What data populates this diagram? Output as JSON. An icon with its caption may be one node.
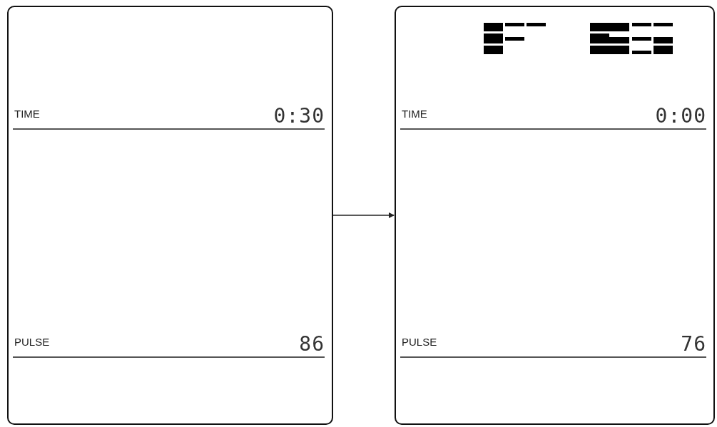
{
  "diagram": {
    "nodes": [
      {
        "text": [
          "TIME",
          "0:30",
          "PULSE",
          "86"
        ]
      },
      {
        "text": [
          "TIME",
          "0:00",
          "PULSE",
          "76"
        ]
      }
    ],
    "edges": [
      {
        "from": 0,
        "to": 1,
        "arrow": "to"
      }
    ]
  }
}
